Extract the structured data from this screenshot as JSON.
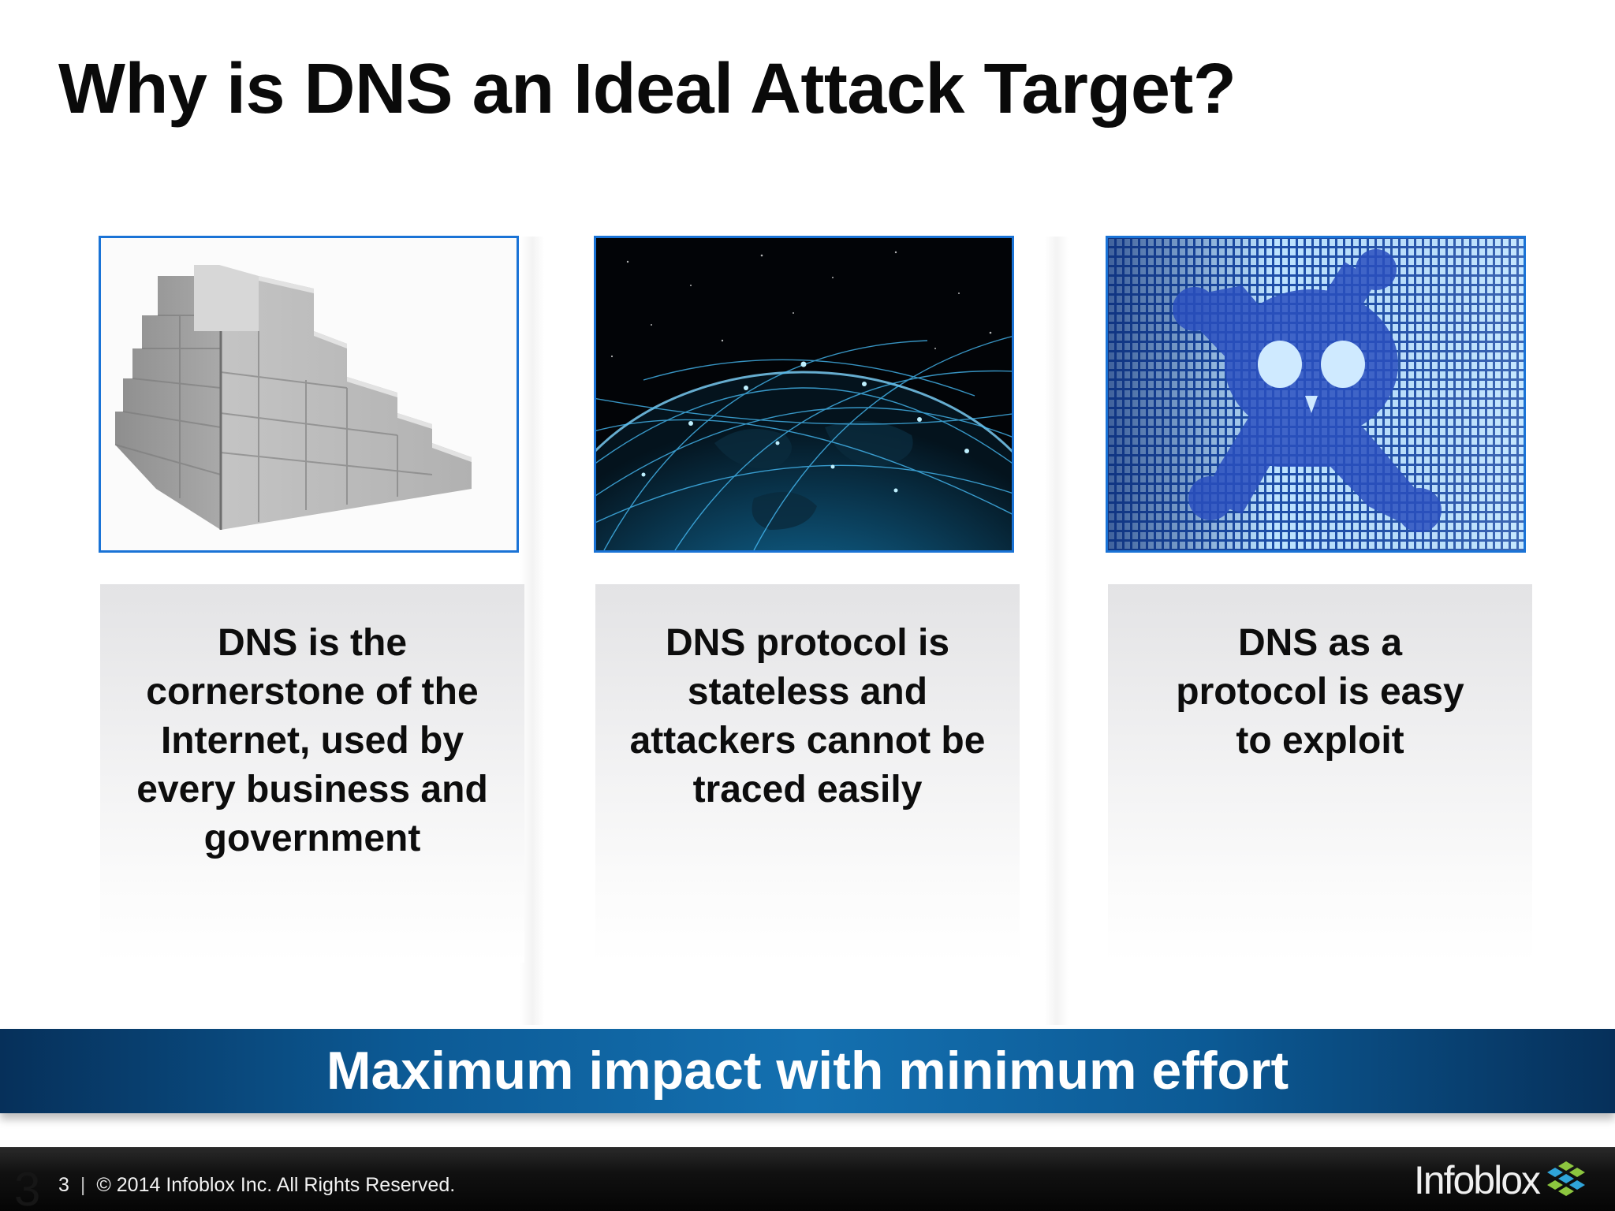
{
  "slide": {
    "title": "Why is DNS an Ideal Attack Target?",
    "columns": [
      {
        "image_icon": "brick-wall-icon",
        "lines": [
          "DNS is the",
          "cornerstone of the",
          "Internet, used by",
          "every business and",
          "government"
        ]
      },
      {
        "image_icon": "globe-network-icon",
        "lines": [
          "DNS protocol is",
          "stateless and",
          "attackers cannot be",
          "traced easily"
        ]
      },
      {
        "image_icon": "skull-crossbones-icon",
        "lines": [
          "DNS as a",
          "protocol is easy",
          "to exploit"
        ]
      }
    ],
    "banner": "Maximum impact with minimum effort"
  },
  "footer": {
    "slide_number_large": "3",
    "slide_number": "3",
    "separator": "|",
    "copyright": "© 2014 Infoblox Inc. All Rights Reserved.",
    "logo_text": "Infoblox",
    "logo_icon": "infoblox-cube-icon"
  },
  "colors": {
    "image_border": "#1a73d6",
    "banner_blue": "#0c5a95",
    "footer_black": "#0a0a0a"
  }
}
